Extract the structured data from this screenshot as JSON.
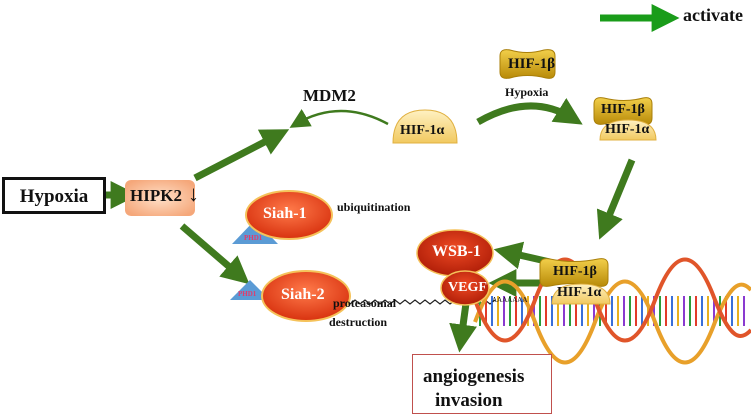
{
  "legend": {
    "label": "activate",
    "arrow_color": "#1a9c1a"
  },
  "hypoxia_box": {
    "label": "Hypoxia"
  },
  "hipk2": {
    "label": "HIPK2",
    "down_arrow": "↓"
  },
  "mdm2": {
    "label": "MDM2"
  },
  "hif1a_top": {
    "label": "HIF-1α"
  },
  "hif1b_top": {
    "label": "HIF-1β"
  },
  "hypoxia_small": {
    "label": "Hypoxia"
  },
  "complex_top": {
    "beta": "HIF-1β",
    "alpha": "HIF-1α"
  },
  "siah1": {
    "label": "Siah-1",
    "tag": "PHD1"
  },
  "siah2": {
    "label": "Siah-2",
    "tag": "PHD1"
  },
  "ubiquitination": {
    "label": "ubiquitination"
  },
  "proteasomal": {
    "line1": "proteasomal",
    "line2": "destruction"
  },
  "wsb1": {
    "label": "WSB-1"
  },
  "vegf": {
    "label": "VEGF"
  },
  "complex_bottom": {
    "beta": "HIF-1β",
    "alpha": "HIF-1α"
  },
  "poly_a": {
    "label": "AAAAAAA"
  },
  "outcome": {
    "line1": "angiogenesis",
    "line2": "invasion"
  },
  "colors": {
    "arrow": "#3f7a1e",
    "siah": "#e8401c",
    "wsb": "#cc2a10",
    "hif_gold": "#d4a514",
    "hif_light": "#f6d98a",
    "phd": "#5b9bd5"
  }
}
